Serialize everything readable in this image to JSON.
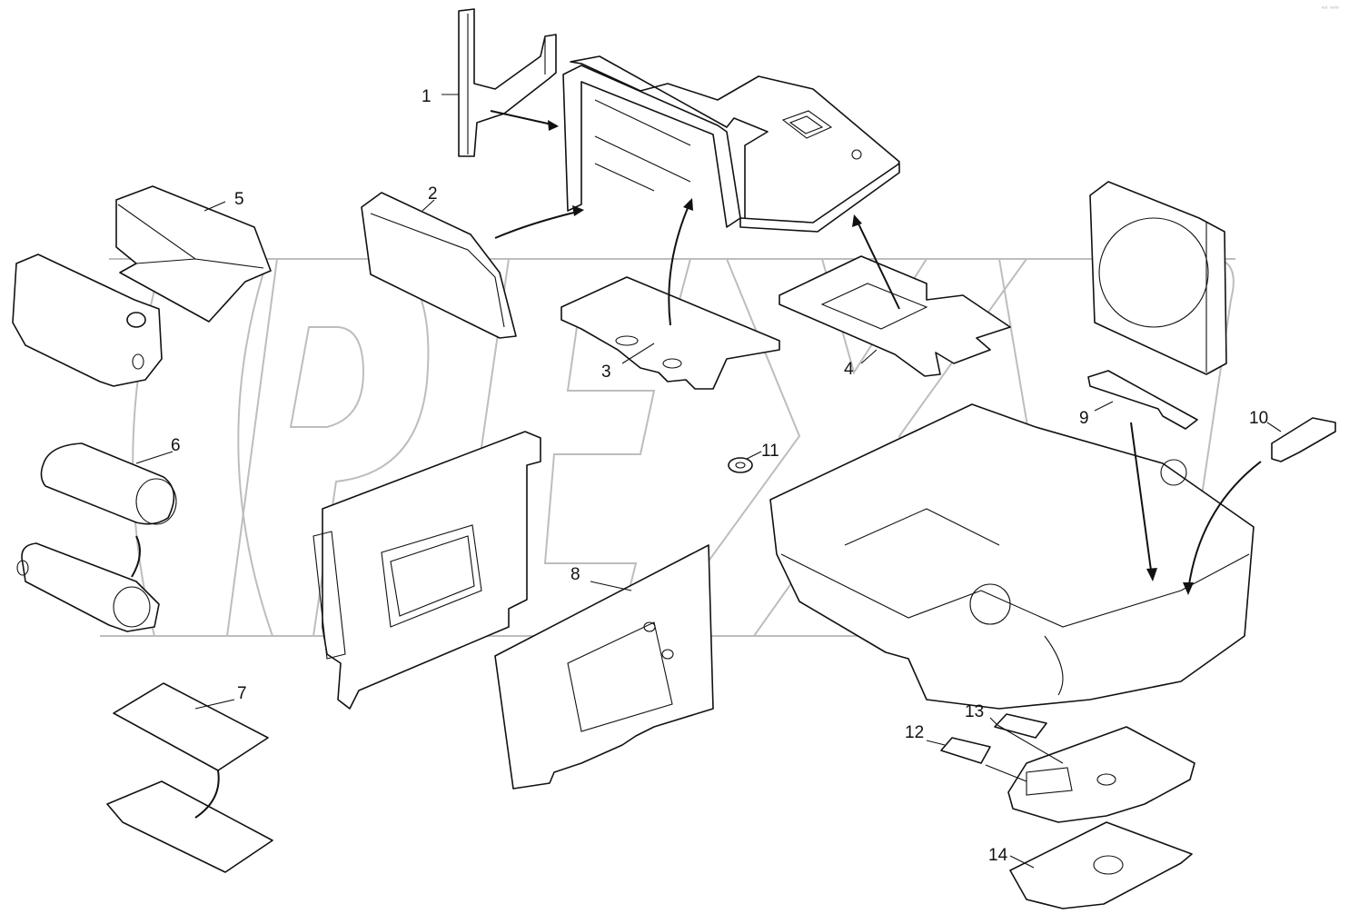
{
  "callouts": {
    "c1": "1",
    "c2": "2",
    "c3": "3",
    "c4": "4",
    "c5": "5",
    "c6": "6",
    "c7": "7",
    "c8": "8",
    "c9": "9",
    "c10": "10",
    "c11": "11",
    "c12": "12",
    "c13": "13",
    "c14": "14"
  },
  "watermark": {
    "text": "OPEX"
  },
  "corner_mark": "ᵉᵒ ᵒᵒᵒ"
}
